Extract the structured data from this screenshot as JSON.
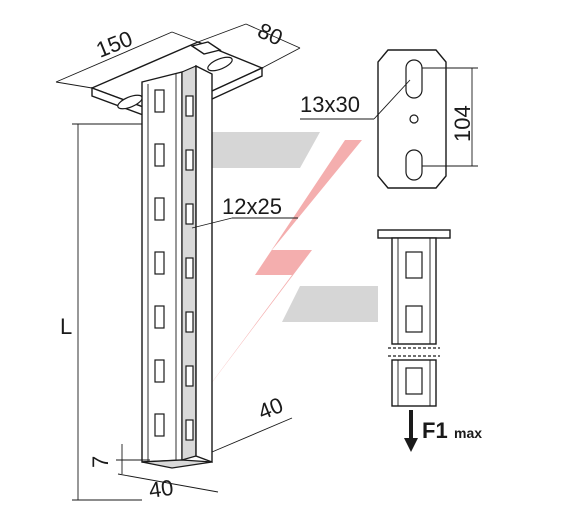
{
  "dimensions": {
    "width_top": "150",
    "depth_top": "80",
    "slot_top": "13x30",
    "plate_height": "104",
    "slot_side": "12x25",
    "length": "L",
    "depth_bottom": "40",
    "width_bottom": "40",
    "offset": "7"
  },
  "load": {
    "label": "F1",
    "subscript": "max"
  },
  "colors": {
    "line": "#1a1a1a",
    "shade": "#d9d9d9",
    "logo_red": "#f08080",
    "logo_grey": "#c8c8c8"
  }
}
